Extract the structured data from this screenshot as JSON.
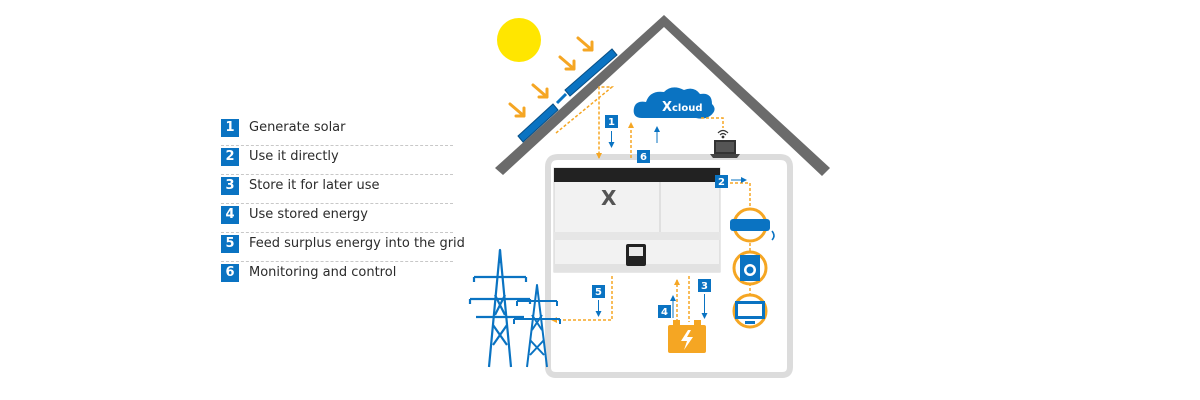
{
  "legend": {
    "items": [
      {
        "num": "1",
        "label": "Generate solar"
      },
      {
        "num": "2",
        "label": "Use it directly"
      },
      {
        "num": "3",
        "label": "Store it for later use"
      },
      {
        "num": "4",
        "label": "Use stored energy"
      },
      {
        "num": "5",
        "label": "Feed surplus energy into the grid"
      },
      {
        "num": "6",
        "label": "Monitoring and control"
      }
    ]
  },
  "cloud": {
    "x_letter": "X",
    "word": "cloud"
  },
  "badges": {
    "b1": "1",
    "b2": "2",
    "b3": "3",
    "b4": "4",
    "b5": "5",
    "b6": "6"
  },
  "colors": {
    "accent_blue": "#0a73c2",
    "flow_orange": "#f5a623",
    "house_grey": "#6b6b6b",
    "sun_yellow": "#ffe600",
    "battery_orange": "#f5a623"
  },
  "icons": [
    "sun-icon",
    "solar-panel-icon",
    "cloud-icon",
    "laptop-icon",
    "wifi-icon",
    "air-conditioner-icon",
    "washing-machine-icon",
    "television-icon",
    "battery-icon",
    "power-pylon-icon",
    "inverter-unit-icon"
  ]
}
